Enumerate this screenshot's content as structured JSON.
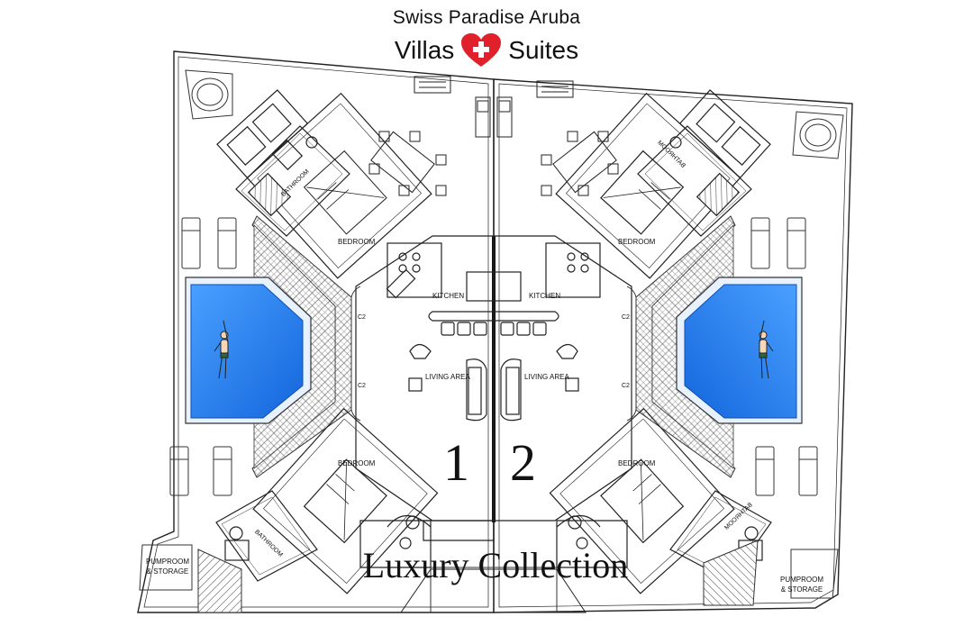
{
  "brand": {
    "line1": "Swiss Paradise Aruba",
    "word_left": "Villas",
    "word_right": "Suites",
    "heart_color": "#e0202a"
  },
  "tagline": "Luxury Collection",
  "units": {
    "left": "1",
    "right": "2"
  },
  "rooms": {
    "bathroom": "BATHROOM",
    "bathroom_mirrored": "BATHROOM",
    "bedroom": "BEDROOM",
    "kitchen": "KITCHEN",
    "living_area": "LIVING   AREA",
    "door_code": "C2",
    "pumproom_line1": "PUMPROOM",
    "pumproom_line2": "& STORAGE"
  },
  "colors": {
    "pool_blue": "#1b78f0",
    "pool_light": "#4aa0ff",
    "line": "#222222"
  }
}
